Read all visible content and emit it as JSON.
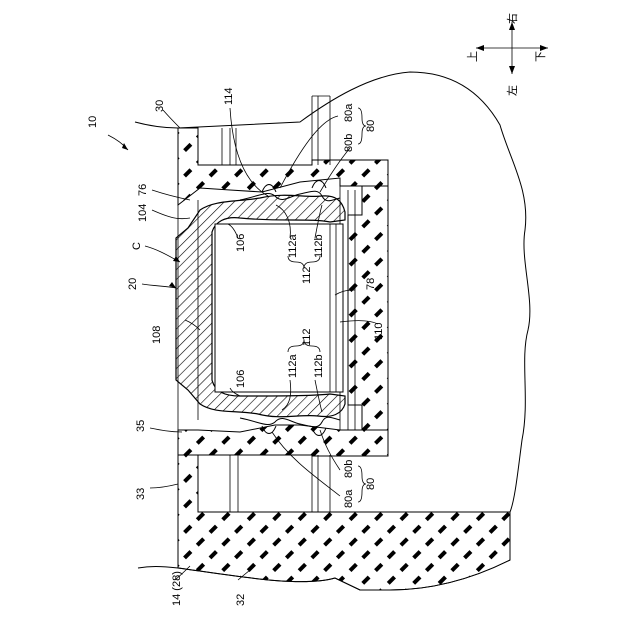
{
  "figure": {
    "ref_10": "10",
    "ref_30": "30",
    "ref_114": "114",
    "ref_80a_top": "80a",
    "ref_80b_top": "80b",
    "ref_80_top": "80",
    "ref_76": "76",
    "ref_104": "104",
    "ref_C": "C",
    "ref_20": "20",
    "ref_106_top": "106",
    "ref_112a_top": "112a",
    "ref_112b_top": "112b",
    "ref_112_top": "112",
    "ref_78": "78",
    "ref_108": "108",
    "ref_110": "110",
    "ref_112_mid": "112",
    "ref_112a_bot": "112a",
    "ref_112b_bot": "112b",
    "ref_106_bot": "106",
    "ref_35": "35",
    "ref_80b_bot": "80b",
    "ref_80a_bot": "80a",
    "ref_80_bot": "80",
    "ref_33": "33",
    "ref_14_28": "14 (28)",
    "ref_32": "32"
  },
  "orientation": {
    "right": "右",
    "left": "左",
    "up": "上",
    "down": "下"
  }
}
